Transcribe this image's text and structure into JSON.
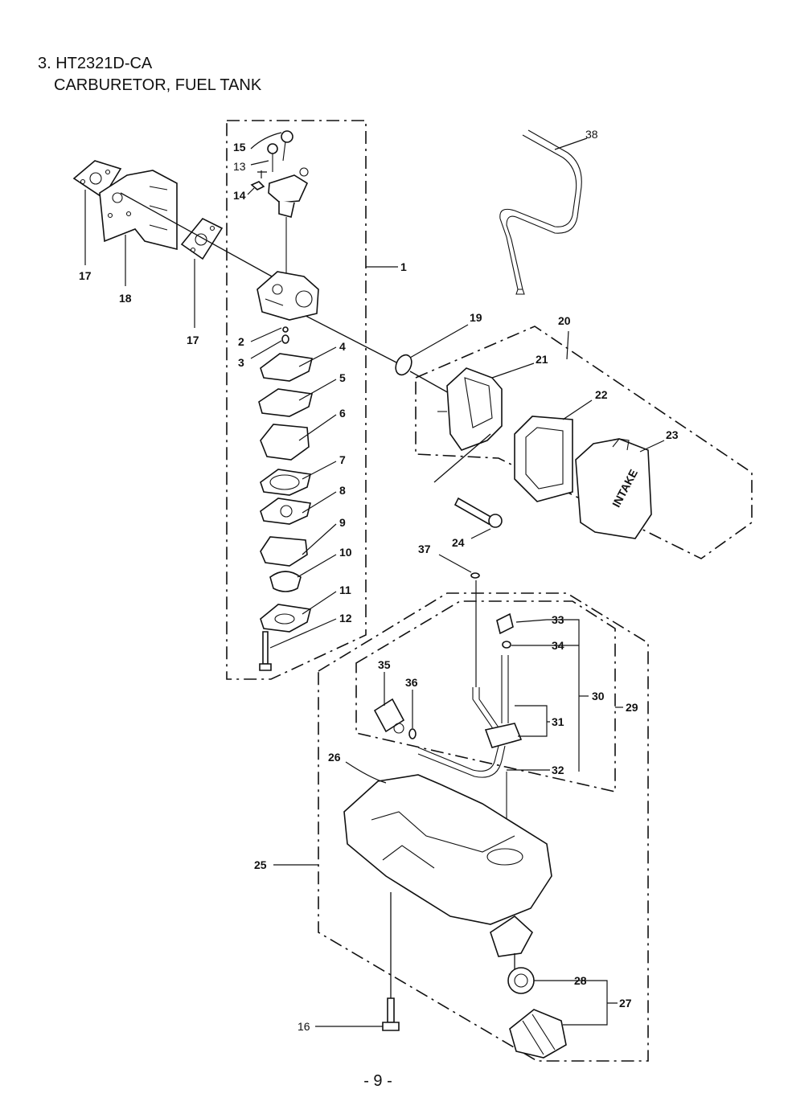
{
  "header": {
    "line1": "3. HT2321D-CA",
    "line2": "CARBURETOR, FUEL TANK"
  },
  "callouts": {
    "p1": "1",
    "p2": "2",
    "p3": "3",
    "p4": "4",
    "p5": "5",
    "p6": "6",
    "p7": "7",
    "p8": "8",
    "p9": "9",
    "p10": "10",
    "p11": "11",
    "p12": "12",
    "p13": "13",
    "p14": "14",
    "p15": "15",
    "p16": "16",
    "p17a": "17",
    "p17b": "17",
    "p18": "18",
    "p19": "19",
    "p20": "20",
    "p21": "21",
    "p22": "22",
    "p23": "23",
    "p24": "24",
    "p25": "25",
    "p26": "26",
    "p27": "27",
    "p28": "28",
    "p29": "29",
    "p30": "30",
    "p31": "31",
    "p32": "32",
    "p33": "33",
    "p34": "34",
    "p35": "35",
    "p36": "36",
    "p37": "37",
    "p38": "38"
  },
  "cover_text": "INTAKE",
  "footer": {
    "page_number": "- 9 -"
  }
}
